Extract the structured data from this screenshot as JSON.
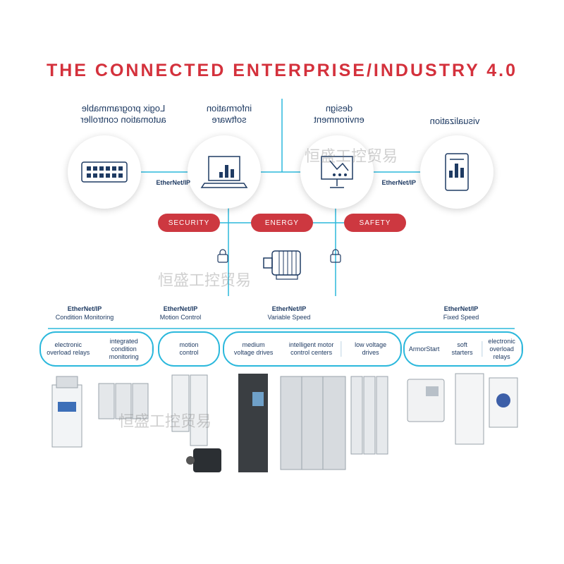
{
  "title": "THE CONNECTED ENTERPRISE/INDUSTRY 4.0",
  "top_nodes": [
    {
      "label_line1": "Logix programmable",
      "label_line2": "automation controller",
      "icon": "plc-icon"
    },
    {
      "label_line1": "information",
      "label_line2": "software",
      "icon": "laptop-chart-icon"
    },
    {
      "label_line1": "design",
      "label_line2": "environment",
      "icon": "monitor-design-icon"
    },
    {
      "label_line1": "visualization",
      "label_line2": "",
      "icon": "tablet-chart-icon"
    }
  ],
  "ethernet_label": "EtherNet/IP",
  "pills": [
    "SECURITY",
    "ENERGY",
    "SAFETY"
  ],
  "segments": [
    {
      "protocol": "EtherNet/IP",
      "name": "Condition Monitoring"
    },
    {
      "protocol": "EtherNet/IP",
      "name": "Motion Control"
    },
    {
      "protocol": "EtherNet/IP",
      "name": "Variable Speed"
    },
    {
      "protocol": "EtherNet/IP",
      "name": "Fixed Speed"
    }
  ],
  "categories": {
    "condition": [
      {
        "l1": "electronic",
        "l2": "overload relays"
      },
      {
        "l1": "integrated",
        "l2": "condition monitoring"
      }
    ],
    "motion": [
      {
        "l1": "motion",
        "l2": "control"
      }
    ],
    "variable": [
      {
        "l1": "medium",
        "l2": "voltage drives"
      },
      {
        "l1": "intelligent motor",
        "l2": "control centers"
      },
      {
        "l1": "low voltage",
        "l2": "drives"
      }
    ],
    "fixed": [
      {
        "l1": "ArmorStart",
        "l2": ""
      },
      {
        "l1": "soft",
        "l2": "starters"
      },
      {
        "l1": "electronic",
        "l2": "overload relays"
      }
    ]
  },
  "watermark": "恒盛工控贸易",
  "colors": {
    "title": "#d4313c",
    "line": "#2bb8dc",
    "pill": "#cd3840",
    "text": "#1f3b63"
  }
}
